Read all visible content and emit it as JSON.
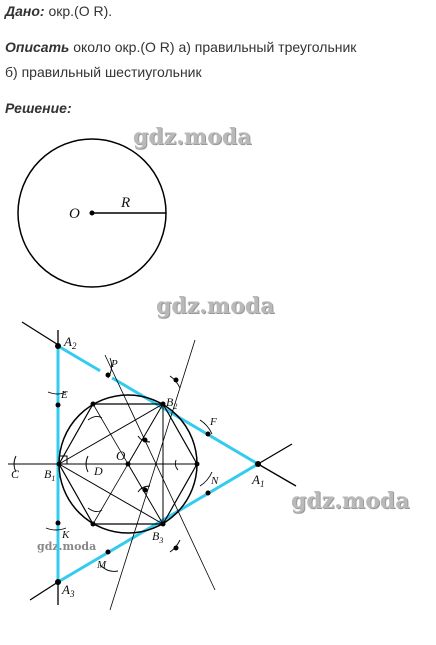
{
  "given": {
    "label": "Дано:",
    "text": "окр.(O  R)."
  },
  "task": {
    "label": "Описать",
    "text": "около окр.(O  R)  а) правильный треугольник",
    "line2": "б) правильный шестиугольник"
  },
  "solution": {
    "label": "Решение:"
  },
  "watermarks": [
    "gdz.moda",
    "gdz.moda",
    "gdz.moda",
    "gdz.moda"
  ],
  "figure1": {
    "center_label": "O",
    "radius_label": "R"
  },
  "figure2": {
    "labels": {
      "A1": "A",
      "A1_sub": "1",
      "A2": "A",
      "A2_sub": "2",
      "A3": "A",
      "A3_sub": "3",
      "B1": "B",
      "B1_sub": "1",
      "B2": "B",
      "B2_sub": "2",
      "B3": "B",
      "B3_sub": "3",
      "O": "O",
      "C": "C",
      "D": "D",
      "E": "E",
      "F": "F",
      "K": "K",
      "M": "M",
      "N": "N",
      "P": "P"
    },
    "triangle_color": "#33ccee"
  }
}
